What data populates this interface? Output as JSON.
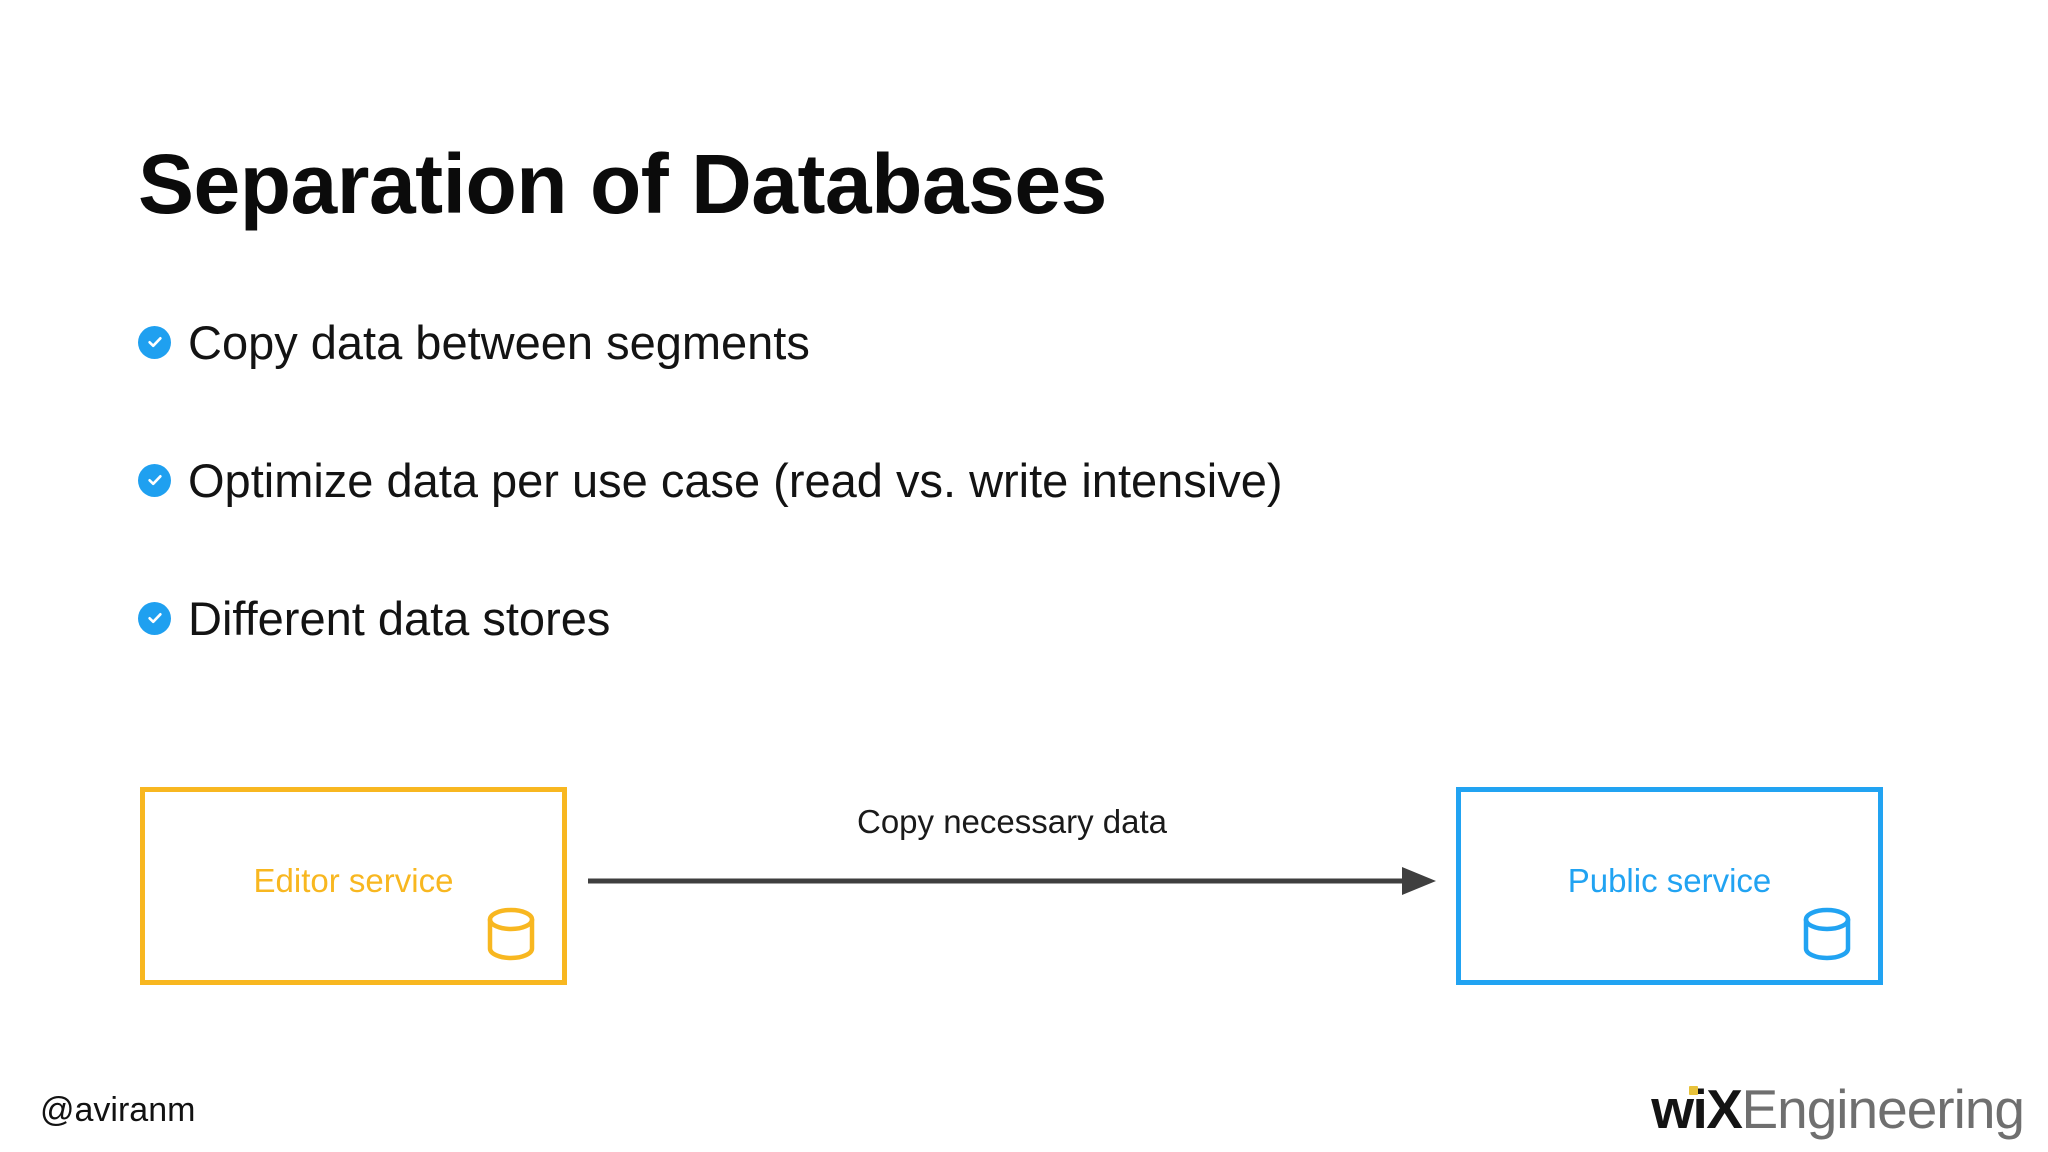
{
  "slide": {
    "title": "Separation of Databases",
    "background_color": "#FFFFFF",
    "accent_blue": "#1FA0F0",
    "accent_amber": "#F8B720",
    "text_color": "#131313"
  },
  "bullets": [
    {
      "icon": "check-circle-icon",
      "text": "Copy data between segments"
    },
    {
      "icon": "check-circle-icon",
      "text": "Optimize data per use case (read vs. write intensive)"
    },
    {
      "icon": "check-circle-icon",
      "text": "Different data stores"
    }
  ],
  "diagram": {
    "type": "flow",
    "nodes": [
      {
        "id": "editor-service",
        "label": "Editor service",
        "color": "#F8B720",
        "icon": "database-cylinder-icon"
      },
      {
        "id": "public-service",
        "label": "Public service",
        "color": "#21A3F2",
        "icon": "database-cylinder-icon"
      }
    ],
    "edges": [
      {
        "from": "editor-service",
        "to": "public-service",
        "label": "Copy necessary data",
        "color": "#3F3F3F",
        "direction": "right"
      }
    ]
  },
  "footer": {
    "handle": "@aviranm",
    "logo": {
      "mark": "wiX",
      "word": "Engineering",
      "mark_color": "#141414",
      "word_color": "#6F6F6F",
      "dot_color": "#E8C23A"
    }
  }
}
